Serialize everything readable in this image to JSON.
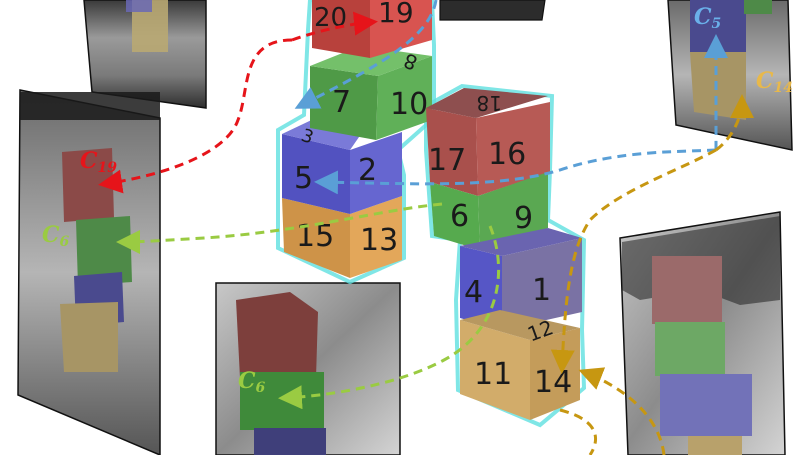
{
  "colors": {
    "red": "#cc4a44",
    "green": "#56a64e",
    "blue": "#5a58cc",
    "orange": "#d79f52",
    "darkred": "#8e4f4f",
    "arrow_red": "#e6141a",
    "arrow_green": "#9acb42",
    "arrow_blue": "#5a9fd6",
    "arrow_gold": "#c79711",
    "outline": "#5fe0e0"
  },
  "left_stack": {
    "top_cube": {
      "front_left": "20",
      "front_right": "19"
    },
    "second_cube": {
      "top": "8",
      "front_left": "7",
      "front_right": "10"
    },
    "third_cube": {
      "top": "3",
      "front_left": "5",
      "front_right": "2"
    },
    "bottom_cube": {
      "front_left": "15",
      "front_right": "13"
    }
  },
  "right_stack": {
    "top_cube": {
      "top": "18",
      "front_left": "17",
      "front_right": "16"
    },
    "second_cube": {
      "front_left": "6",
      "front_right": "9"
    },
    "third_cube": {
      "front_left": "4",
      "front_right": "1"
    },
    "bottom_cube": {
      "top": "12",
      "front_left": "11",
      "front_right": "14"
    }
  },
  "labels": {
    "c19": {
      "letter": "C",
      "sub": "19"
    },
    "c6_left": {
      "letter": "C",
      "sub": "6"
    },
    "c6_center": {
      "letter": "C",
      "sub": "6"
    },
    "c5": {
      "letter": "C",
      "sub": "5"
    },
    "c14": {
      "letter": "C",
      "sub": "14"
    }
  }
}
